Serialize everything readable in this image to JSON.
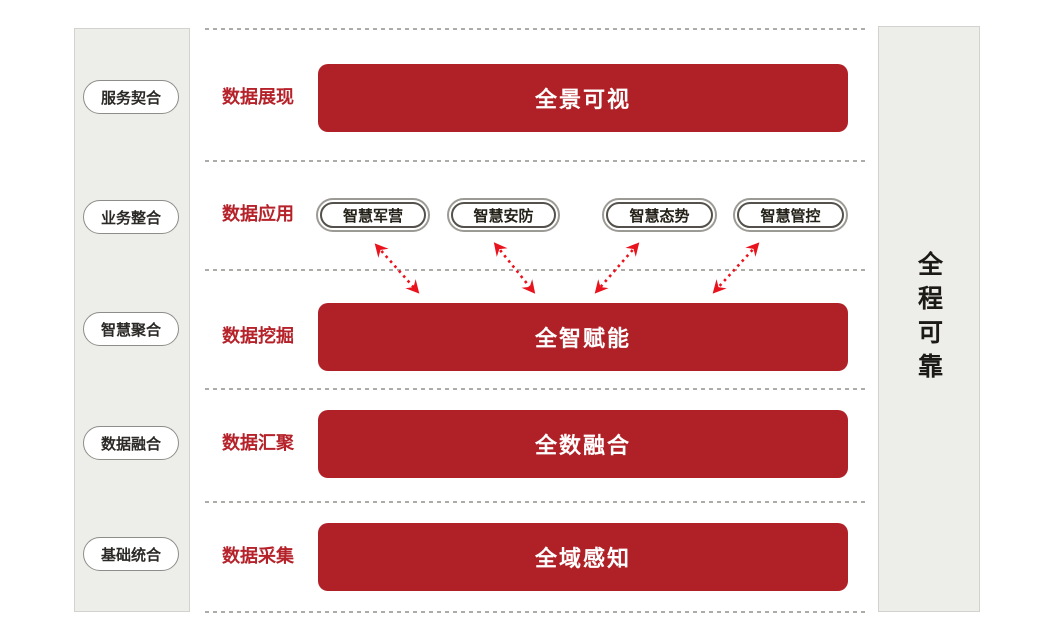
{
  "colors": {
    "bar_red": "#b02127",
    "label_red": "#b5222a",
    "arrow_red": "#e8131c",
    "panel_bg": "#ededea",
    "pill_border_outer": "#9c9a95",
    "pill_border_inner": "#54514c",
    "divider_gray": "#acaca8"
  },
  "left_panel": {
    "items": [
      {
        "label": "服务契合"
      },
      {
        "label": "业务整合"
      },
      {
        "label": "智慧聚合"
      },
      {
        "label": "数据融合"
      },
      {
        "label": "基础统合"
      }
    ]
  },
  "right_panel": {
    "label": "全程可靠"
  },
  "rows": [
    {
      "category": "数据展现",
      "type": "bar",
      "bar_label": "全景可视"
    },
    {
      "category": "数据应用",
      "type": "pills",
      "pills": [
        "智慧军营",
        "智慧安防",
        "智慧态势",
        "智慧管控"
      ]
    },
    {
      "category": "数据挖掘",
      "type": "bar",
      "bar_label": "全智赋能"
    },
    {
      "category": "数据汇聚",
      "type": "bar",
      "bar_label": "全数融合"
    },
    {
      "category": "数据采集",
      "type": "bar",
      "bar_label": "全域感知"
    }
  ]
}
